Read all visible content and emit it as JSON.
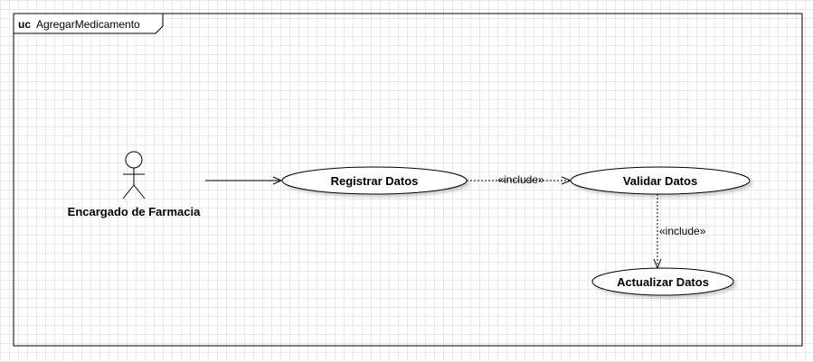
{
  "frame": {
    "keyword": "uc",
    "name": "AgregarMedicamento"
  },
  "actor": {
    "name": "Encargado de Farmacia",
    "icon": "stick-figure-icon"
  },
  "use_cases": [
    {
      "id": "registrar",
      "label": "Registrar Datos"
    },
    {
      "id": "validar",
      "label": "Validar Datos"
    },
    {
      "id": "actualizar",
      "label": "Actualizar Datos"
    }
  ],
  "relations": [
    {
      "from": "actor",
      "to": "registrar",
      "type": "association",
      "label": ""
    },
    {
      "from": "registrar",
      "to": "validar",
      "type": "include",
      "label": "«include»"
    },
    {
      "from": "validar",
      "to": "actualizar",
      "type": "include",
      "label": "«include»"
    }
  ]
}
